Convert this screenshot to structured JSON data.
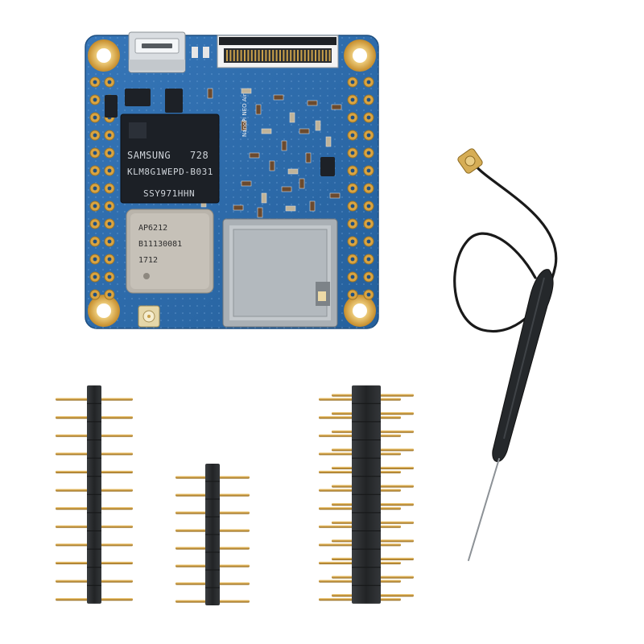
{
  "board": {
    "emmc_chip": {
      "line1": "SAMSUNG",
      "line1_right": "728",
      "line2": "KLM8G1WEPD-B031",
      "line3": "SSY971HHN"
    },
    "wifi_chip": {
      "line1": "AP6212",
      "line2": "B11130081",
      "line3": "1712"
    },
    "silkscreen": {
      "model": "NanoPi NEO Air"
    },
    "colors": {
      "pcb": "#2e6fae",
      "pad_gold": "#d9a441",
      "chip_black": "#1c2026",
      "module_grey": "#b9b4ab",
      "sd_slot": "#9ea3a8",
      "header_plastic": "#2a2c2e",
      "pin_gold": "#c9a04a",
      "antenna_cable": "#1a1a1a"
    }
  },
  "accessories": {
    "header_left_pins": 12,
    "header_middle_pins": 8,
    "header_right_rows": 12,
    "antenna": "u.FL antenna"
  }
}
